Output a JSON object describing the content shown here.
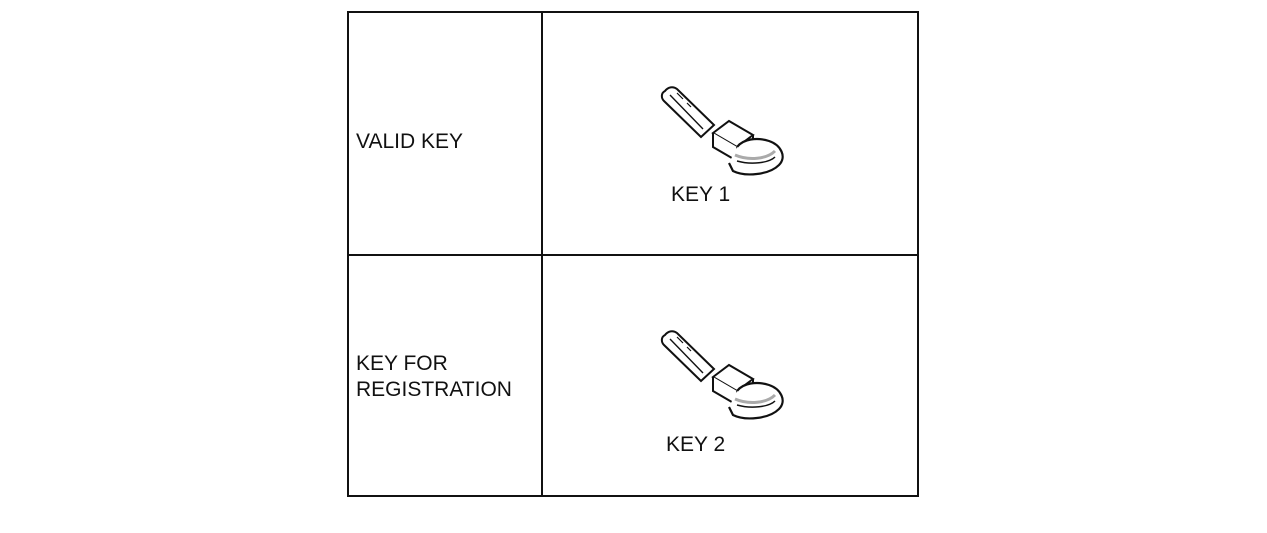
{
  "rows": [
    {
      "label": "VALID KEY",
      "key_caption": "KEY 1",
      "icon": "key-icon"
    },
    {
      "label": "KEY FOR\nREGISTRATION",
      "key_caption": "KEY 2",
      "icon": "key-icon"
    }
  ]
}
